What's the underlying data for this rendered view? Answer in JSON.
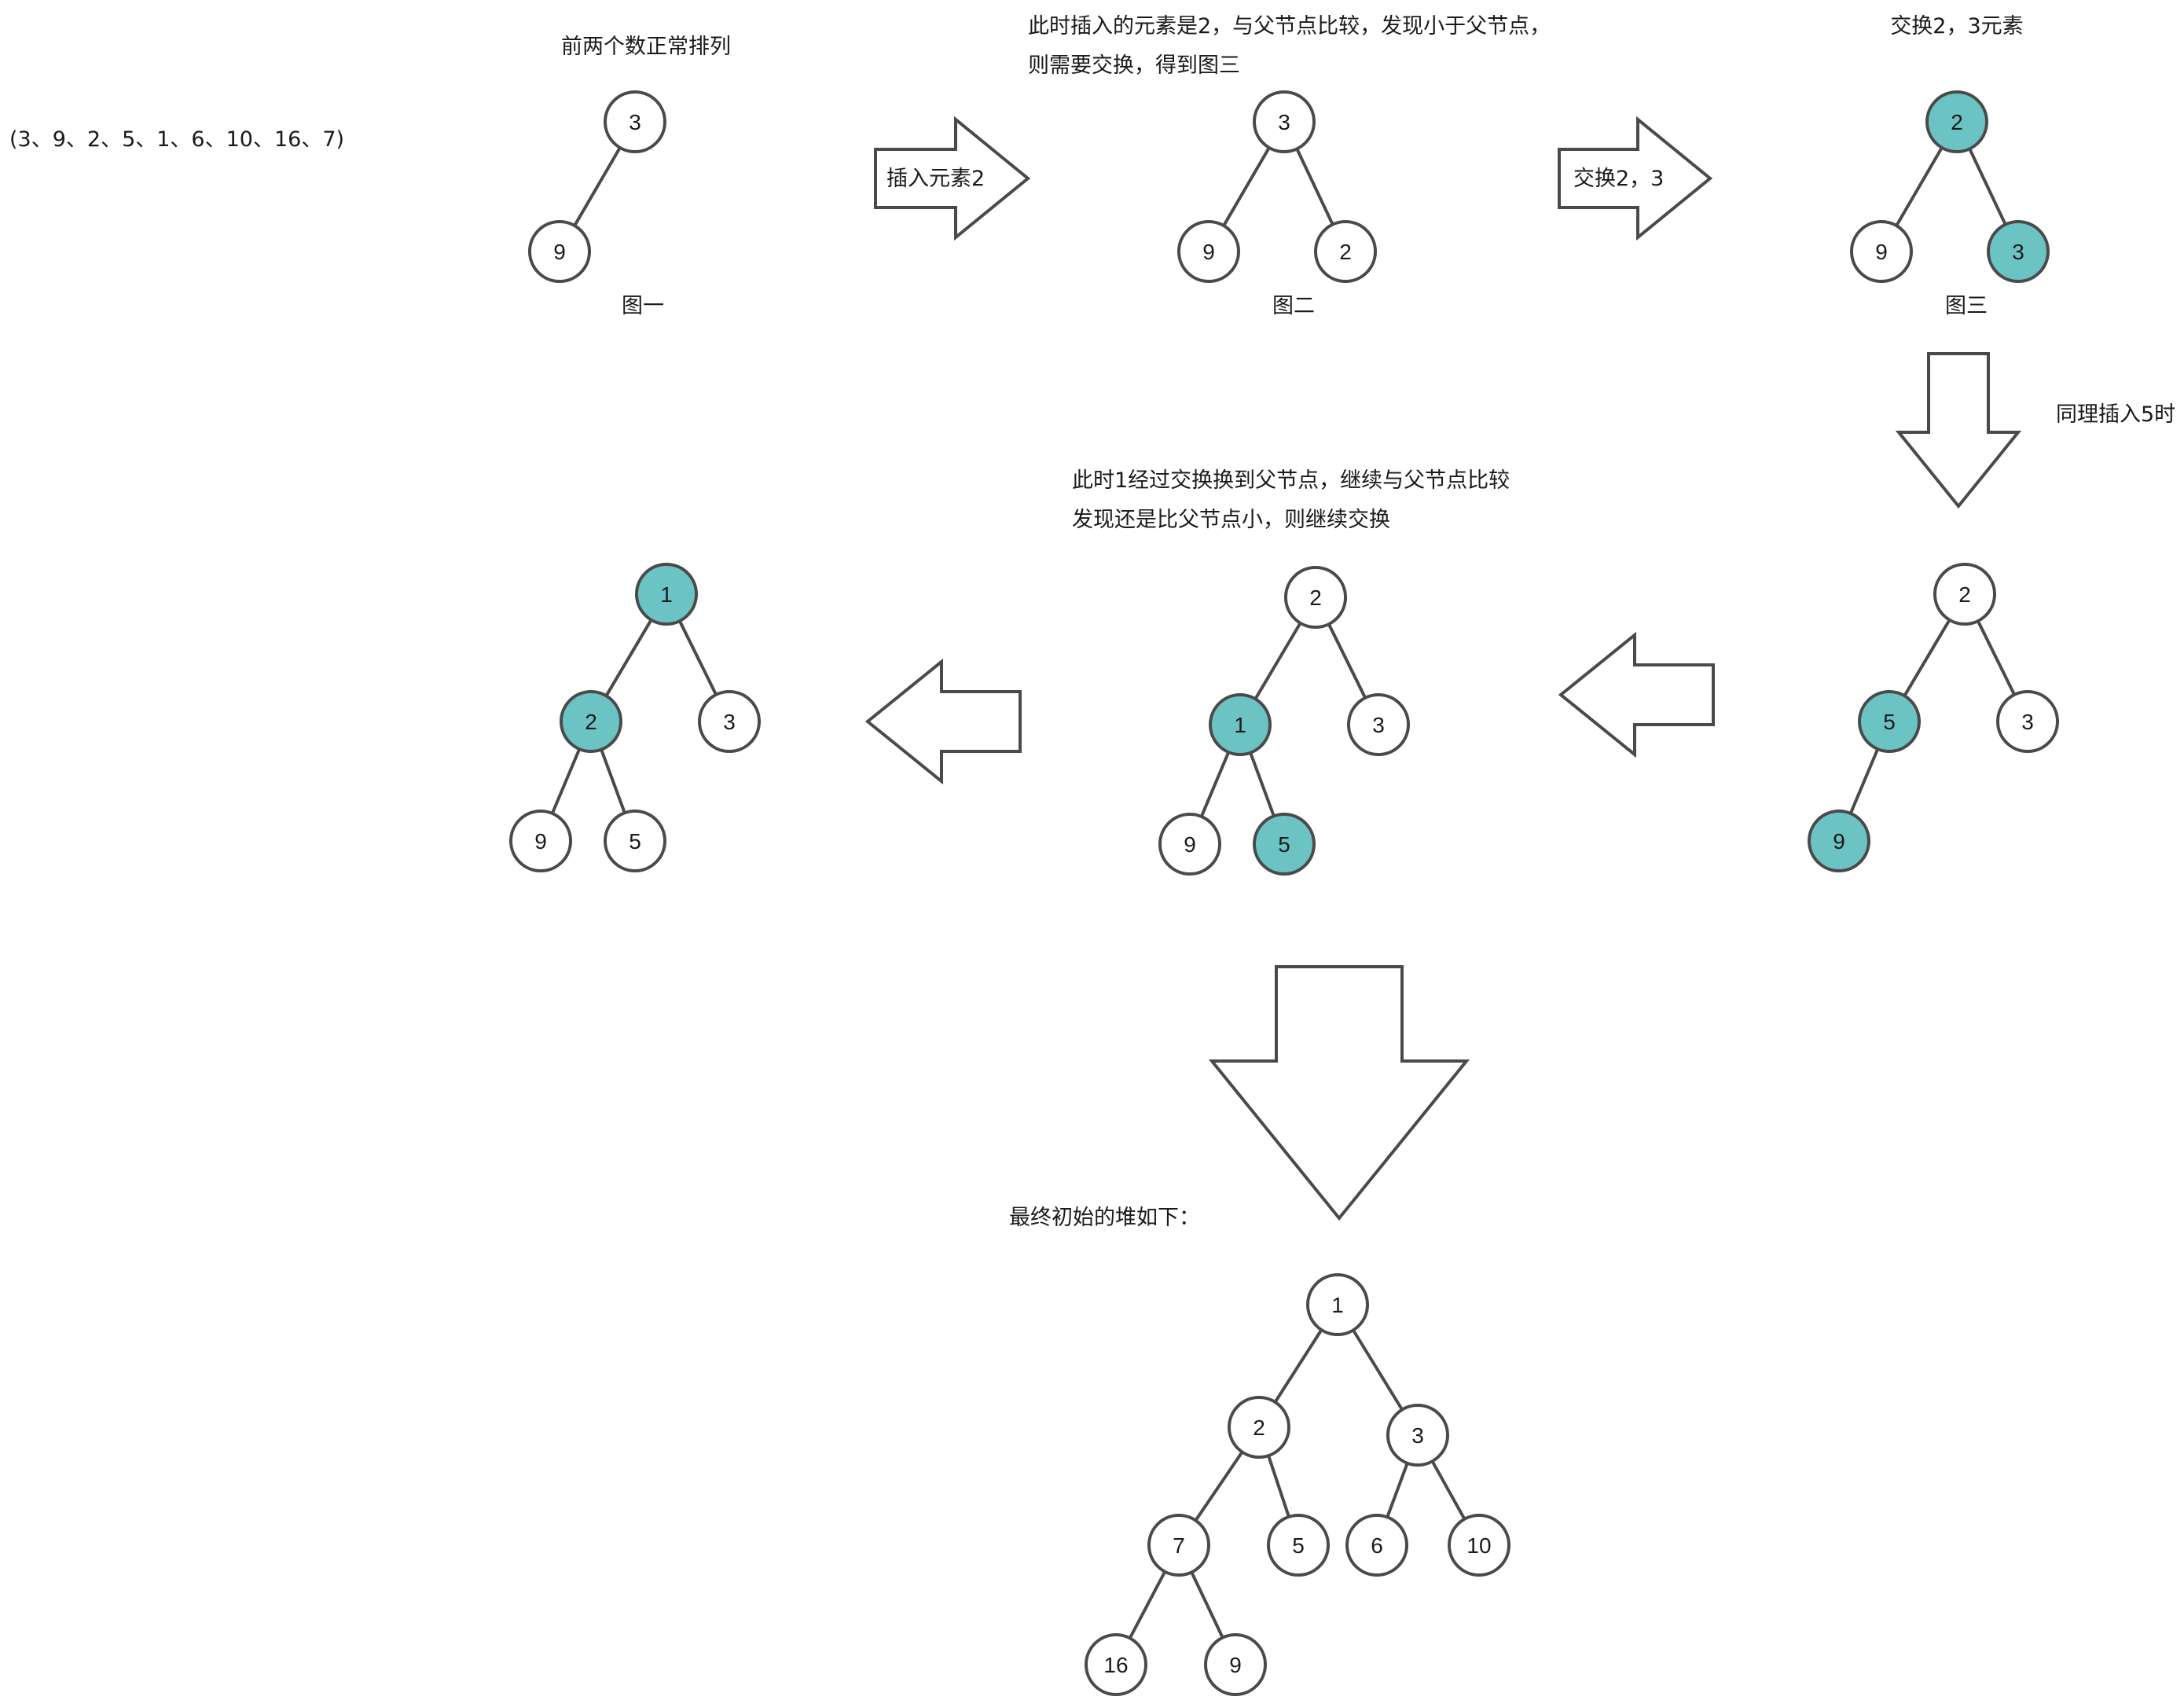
{
  "colors": {
    "highlight": "#6bc3c3",
    "plain": "#ffffff",
    "stroke": "#4a4a4a",
    "text": "#1a1a1a"
  },
  "labels": {
    "sequence": "(3、9、2、5、1、6、10、16、7)",
    "fig1_caption_top": "前两个数正常排列",
    "fig1_name": "图一",
    "fig2_caption_line1": "此时插入的元素是2，与父节点比较，发现小于父节点，",
    "fig2_caption_line2": "则需要交换，得到图三",
    "fig2_name": "图二",
    "fig3_caption_top": "交换2，3元素",
    "fig3_name": "图三",
    "side_note": "同理插入5时",
    "mid_caption_line1": "此时1经过交换换到父节点，继续与父节点比较",
    "mid_caption_line2": "发现还是比父节点小，则继续交换",
    "final_caption": "最终初始的堆如下："
  },
  "arrows": {
    "insert": "插入元素2",
    "swap": "交换2，3"
  },
  "trees": {
    "fig1": {
      "nodes": [
        {
          "id": "a",
          "value": "3",
          "highlight": false
        },
        {
          "id": "b",
          "value": "9",
          "highlight": false
        }
      ],
      "edges": [
        [
          "a",
          "b"
        ]
      ]
    },
    "fig2": {
      "nodes": [
        {
          "id": "a",
          "value": "3",
          "highlight": false
        },
        {
          "id": "b",
          "value": "9",
          "highlight": false
        },
        {
          "id": "c",
          "value": "2",
          "highlight": false
        }
      ],
      "edges": [
        [
          "a",
          "b"
        ],
        [
          "a",
          "c"
        ]
      ]
    },
    "fig3": {
      "nodes": [
        {
          "id": "a",
          "value": "2",
          "highlight": true
        },
        {
          "id": "b",
          "value": "9",
          "highlight": false
        },
        {
          "id": "c",
          "value": "3",
          "highlight": true
        }
      ],
      "edges": [
        [
          "a",
          "b"
        ],
        [
          "a",
          "c"
        ]
      ]
    },
    "insert5": {
      "nodes": [
        {
          "id": "a",
          "value": "2",
          "highlight": false
        },
        {
          "id": "b",
          "value": "5",
          "highlight": true
        },
        {
          "id": "c",
          "value": "3",
          "highlight": false
        },
        {
          "id": "d",
          "value": "9",
          "highlight": true
        }
      ],
      "edges": [
        [
          "a",
          "b"
        ],
        [
          "a",
          "c"
        ],
        [
          "b",
          "d"
        ]
      ]
    },
    "middle": {
      "nodes": [
        {
          "id": "a",
          "value": "2",
          "highlight": false
        },
        {
          "id": "b",
          "value": "1",
          "highlight": true
        },
        {
          "id": "c",
          "value": "3",
          "highlight": false
        },
        {
          "id": "d",
          "value": "9",
          "highlight": false
        },
        {
          "id": "e",
          "value": "5",
          "highlight": true
        }
      ],
      "edges": [
        [
          "a",
          "b"
        ],
        [
          "a",
          "c"
        ],
        [
          "b",
          "d"
        ],
        [
          "b",
          "e"
        ]
      ]
    },
    "left": {
      "nodes": [
        {
          "id": "a",
          "value": "1",
          "highlight": true
        },
        {
          "id": "b",
          "value": "2",
          "highlight": true
        },
        {
          "id": "c",
          "value": "3",
          "highlight": false
        },
        {
          "id": "d",
          "value": "9",
          "highlight": false
        },
        {
          "id": "e",
          "value": "5",
          "highlight": false
        }
      ],
      "edges": [
        [
          "a",
          "b"
        ],
        [
          "a",
          "c"
        ],
        [
          "b",
          "d"
        ],
        [
          "b",
          "e"
        ]
      ]
    },
    "final": {
      "nodes": [
        {
          "id": "a",
          "value": "1",
          "highlight": false
        },
        {
          "id": "b",
          "value": "2",
          "highlight": false
        },
        {
          "id": "c",
          "value": "3",
          "highlight": false
        },
        {
          "id": "d",
          "value": "7",
          "highlight": false
        },
        {
          "id": "e",
          "value": "5",
          "highlight": false
        },
        {
          "id": "f",
          "value": "6",
          "highlight": false
        },
        {
          "id": "g",
          "value": "10",
          "highlight": false
        },
        {
          "id": "h",
          "value": "16",
          "highlight": false
        },
        {
          "id": "i",
          "value": "9",
          "highlight": false
        }
      ],
      "edges": [
        [
          "a",
          "b"
        ],
        [
          "a",
          "c"
        ],
        [
          "b",
          "d"
        ],
        [
          "b",
          "e"
        ],
        [
          "c",
          "f"
        ],
        [
          "c",
          "g"
        ],
        [
          "d",
          "h"
        ],
        [
          "d",
          "i"
        ]
      ]
    }
  }
}
